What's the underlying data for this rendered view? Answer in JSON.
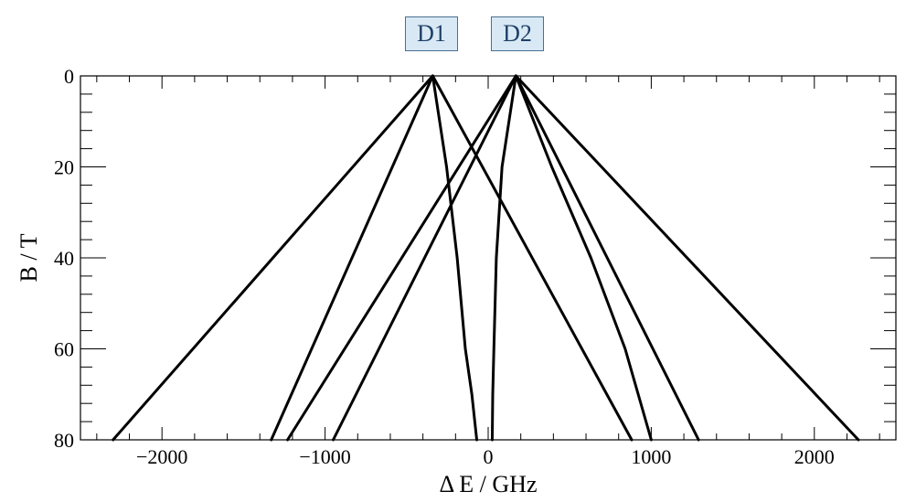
{
  "labels": {
    "d1": "D1",
    "d2": "D2"
  },
  "chart_data": {
    "type": "line",
    "title": "",
    "xlabel": "Δ E / GHz",
    "ylabel": "B / T",
    "xlim": [
      -2500,
      2500
    ],
    "ylim": [
      0,
      80
    ],
    "y_inverted": true,
    "grid": false,
    "legend": "none",
    "x_ticks": [
      -2000,
      -1000,
      0,
      1000,
      2000
    ],
    "x_tick_labels": [
      "−2000",
      "−1000",
      "0",
      "1000",
      "2000"
    ],
    "y_ticks": [
      0,
      20,
      40,
      60,
      80
    ],
    "y_tick_labels": [
      "0",
      "20",
      "40",
      "60",
      "80"
    ],
    "line_color": "#000000",
    "series": [
      {
        "x": [
          -340,
          -2300
        ],
        "y": [
          0,
          80
        ]
      },
      {
        "x": [
          -340,
          -1330
        ],
        "y": [
          0,
          80
        ]
      },
      {
        "x": [
          -340,
          -255,
          -190,
          -140,
          -100,
          -70
        ],
        "y": [
          0,
          20,
          40,
          60,
          70,
          80
        ]
      },
      {
        "x": [
          -340,
          880
        ],
        "y": [
          0,
          80
        ]
      },
      {
        "x": [
          170,
          -1230
        ],
        "y": [
          0,
          80
        ]
      },
      {
        "x": [
          170,
          -950
        ],
        "y": [
          0,
          80
        ]
      },
      {
        "x": [
          170,
          85,
          50,
          35,
          28,
          25
        ],
        "y": [
          0,
          20,
          40,
          60,
          70,
          80
        ]
      },
      {
        "x": [
          170,
          390,
          630,
          840,
          1000
        ],
        "y": [
          0,
          20,
          40,
          60,
          80
        ]
      },
      {
        "x": [
          170,
          1290
        ],
        "y": [
          0,
          80
        ]
      },
      {
        "x": [
          170,
          2270
        ],
        "y": [
          0,
          80
        ]
      }
    ]
  }
}
